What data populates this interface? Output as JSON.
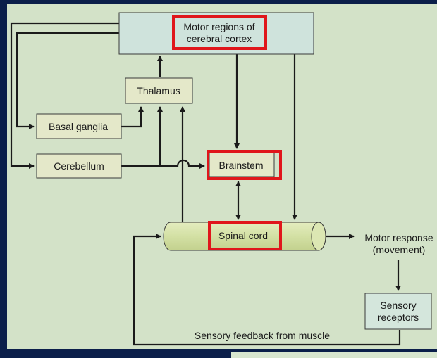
{
  "nodes": {
    "motor_cortex": {
      "line1": "Motor regions of",
      "line2": "cerebral cortex"
    },
    "thalamus": "Thalamus",
    "basal_ganglia": "Basal ganglia",
    "cerebellum": "Cerebellum",
    "brainstem": "Brainstem",
    "spinal_cord": "Spinal cord",
    "motor_response": {
      "line1": "Motor response",
      "line2": "(movement)"
    },
    "sensory_receptors": {
      "line1": "Sensory",
      "line2": "receptors"
    }
  },
  "labels": {
    "feedback": "Sensory feedback from muscle"
  },
  "colors": {
    "panel_bg": "#d3e2c8",
    "frame_bg": "#0b1f4a",
    "cortex_fill": "#cfe3dc",
    "box_fill": "#e4e8c9",
    "receptor_fill": "#d4e6dc",
    "spinal_fill": "#d6e3a9",
    "highlight": "#e0161b",
    "line": "#1a1a1a"
  }
}
